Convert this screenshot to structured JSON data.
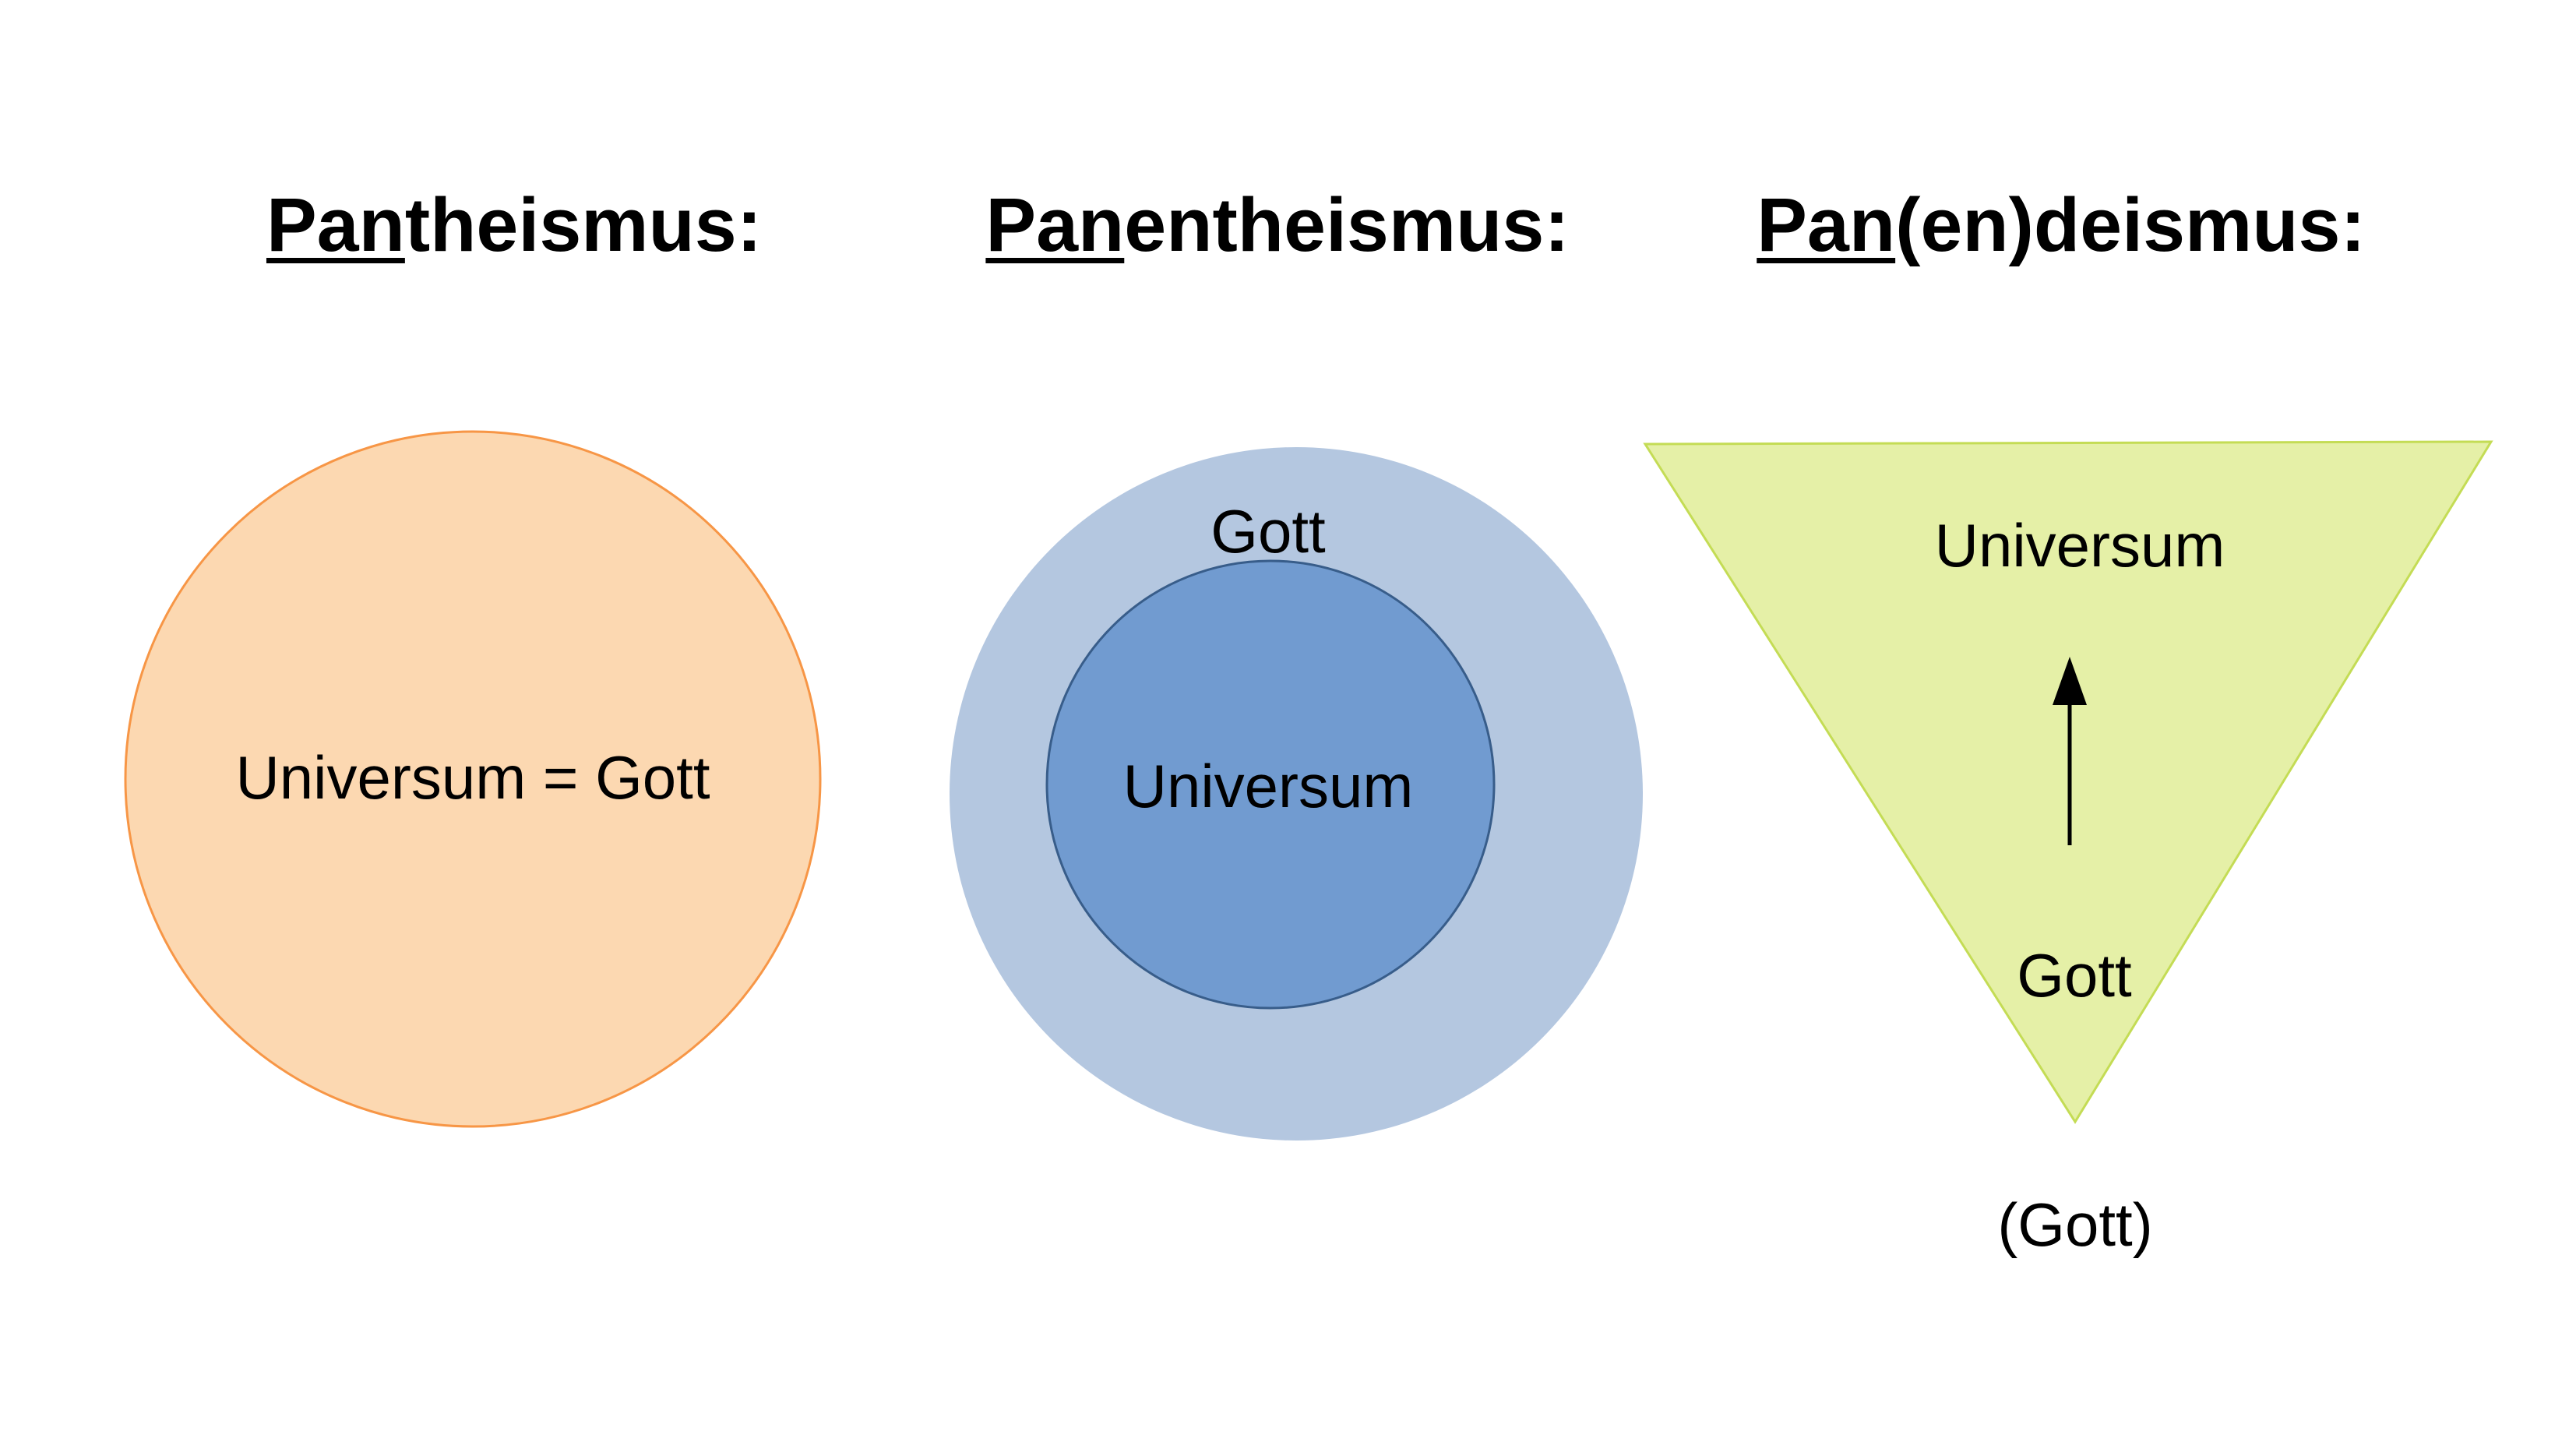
{
  "background": "#FFFFFF",
  "colors": {
    "text": "#000000",
    "arrow": "#000000",
    "pantheism_fill": "#FCD8B1",
    "pantheism_stroke": "#F79646",
    "panentheism_outer_fill": "#B4C7E0",
    "panentheism_inner_fill": "#719BD0",
    "panentheism_inner_stroke": "#385D8A",
    "pandeism_fill": "#E5F0A7",
    "pandeism_stroke": "#C4DC55"
  },
  "panels": [
    {
      "id": "pantheismus",
      "title_underlined": "Pan",
      "title_rest": "theismus:",
      "circle_label": "Universum = Gott"
    },
    {
      "id": "panentheismus",
      "title_underlined": "Pan",
      "title_rest": "entheismus:",
      "outer_label": "Gott",
      "inner_label": "Universum"
    },
    {
      "id": "pandeismus",
      "title_underlined": "Pan",
      "title_rest": "(en)deismus:",
      "triangle_top_label": "Universum",
      "triangle_bottom_label": "Gott",
      "below_triangle_label": "(Gott)"
    }
  ]
}
